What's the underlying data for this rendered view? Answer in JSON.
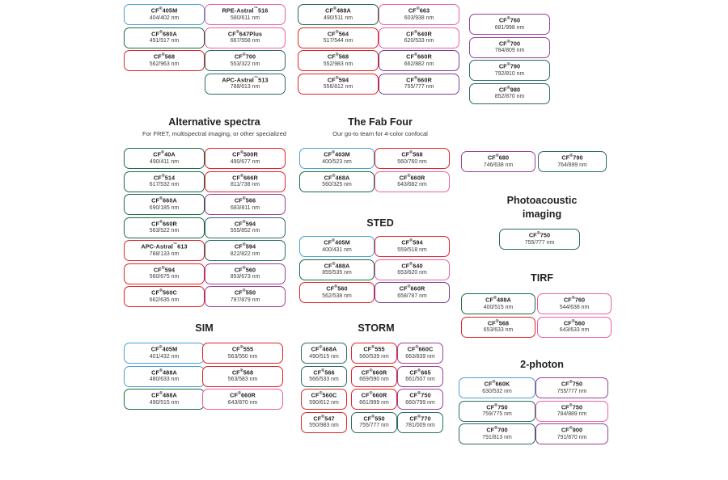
{
  "page": {
    "background": "#ffffff",
    "title_color": "#231f20"
  },
  "palette": {
    "blue": "#4a9fd8",
    "green": "#1d6b45",
    "red": "#e32227",
    "pink": "#ec5fa2",
    "magenta": "#e0408f",
    "purple": "#7c3f98",
    "violet": "#9b3f98",
    "teal": "#2b6b66",
    "darkteal": "#34706b",
    "plum": "#8e3f8e"
  },
  "sections": [
    {
      "id": "top-group-1",
      "title": "",
      "subtitle": "",
      "columns": [
        [
          {
            "name": "CF",
            "sup": "®",
            "code": "405M",
            "wl": "404/402 nm",
            "color": "#4a9fd8"
          },
          {
            "name": "CF",
            "sup": "®",
            "code": "680A",
            "wl": "491/517 nm",
            "color": "#1d6b45"
          },
          {
            "name": "CF",
            "sup": "®",
            "code": "568",
            "wl": "562/963 nm",
            "color": "#e32227"
          }
        ],
        [
          {
            "name": "RPE-Astral",
            "sup": "™",
            "code": "516",
            "wl": "580/611 nm",
            "color": "#ec5fa2"
          },
          {
            "name": "CF",
            "sup": "®",
            "code": "647Plus",
            "wl": "667/558 nm",
            "color": "#ec5fa2"
          },
          {
            "name": "CF",
            "sup": "®",
            "code": "700",
            "wl": "553/322 nm",
            "color": "#2b6b66"
          },
          {
            "name": "APC-Astral",
            "sup": "™",
            "code": "513",
            "wl": "788/613 nm",
            "color": "#2b6b66"
          }
        ]
      ]
    },
    {
      "id": "top-group-2",
      "title": "",
      "subtitle": "",
      "columns": [
        [
          {
            "name": "CF",
            "sup": "®",
            "code": "488A",
            "wl": "490/511 nm",
            "color": "#1d6b45"
          },
          {
            "name": "CF",
            "sup": "®",
            "code": "564",
            "wl": "517/544 nm",
            "color": "#e32227"
          },
          {
            "name": "CF",
            "sup": "®",
            "code": "568",
            "wl": "552/983 nm",
            "color": "#e32227"
          },
          {
            "name": "CF",
            "sup": "®",
            "code": "594",
            "wl": "556/812 nm",
            "color": "#e32227"
          }
        ],
        [
          {
            "name": "CF",
            "sup": "®",
            "code": "663",
            "wl": "603/938 nm",
            "color": "#ec5fa2"
          },
          {
            "name": "CF",
            "sup": "®",
            "code": "640R",
            "wl": "620/533 nm",
            "color": "#ec5fa2"
          },
          {
            "name": "CF",
            "sup": "®",
            "code": "660R",
            "wl": "662/882 nm",
            "color": "#7c3f98"
          },
          {
            "name": "CF",
            "sup": "®",
            "code": "660R",
            "wl": "755/777 nm",
            "color": "#7c3f98"
          }
        ]
      ]
    },
    {
      "id": "top-group-3",
      "title": "",
      "subtitle": "",
      "columns": [
        [
          {
            "name": "CF",
            "sup": "®",
            "code": "760",
            "wl": "681/998 nm",
            "color": "#9b3f98"
          },
          {
            "name": "CF",
            "sup": "®",
            "code": "700",
            "wl": "784/809 nm",
            "color": "#9b3f98"
          },
          {
            "name": "CF",
            "sup": "®",
            "code": "790",
            "wl": "792/810 nm",
            "color": "#2b6b66"
          },
          {
            "name": "CF",
            "sup": "®",
            "code": "980",
            "wl": "852/870 nm",
            "color": "#2b6b66"
          }
        ]
      ]
    },
    {
      "id": "alternative-spectra",
      "title": "Alternative spectra",
      "subtitle": "For FRET, multispectral imaging, or other specialized",
      "columns": [
        [
          {
            "name": "CF",
            "sup": "®",
            "code": "40A",
            "wl": "490/411 nm",
            "color": "#1d6b45"
          },
          {
            "name": "CF",
            "sup": "®",
            "code": "514",
            "wl": "617/532 nm",
            "color": "#1d6b45"
          },
          {
            "name": "CF",
            "sup": "®",
            "code": "660A",
            "wl": "690/185 nm",
            "color": "#1d6b45"
          },
          {
            "name": "CF",
            "sup": "®",
            "code": "660R",
            "wl": "563/522 nm",
            "color": "#1d6b45"
          },
          {
            "name": "APC-Astral",
            "sup": "™",
            "code": "613",
            "wl": "788/133 nm",
            "color": "#e32227"
          },
          {
            "name": "CF",
            "sup": "®",
            "code": "594",
            "wl": "560/675 nm",
            "color": "#e32227"
          },
          {
            "name": "CF",
            "sup": "®",
            "code": "560C",
            "wl": "662/635 nm",
            "color": "#e32227"
          }
        ],
        [
          {
            "name": "CF",
            "sup": "®",
            "code": "500R",
            "wl": "490/677 nm",
            "color": "#e32227"
          },
          {
            "name": "CF",
            "sup": "®",
            "code": "666R",
            "wl": "811/738 nm",
            "color": "#e32227"
          },
          {
            "name": "CF",
            "sup": "®",
            "code": "566",
            "wl": "683/811 nm",
            "color": "#9b3f98"
          },
          {
            "name": "CF",
            "sup": "®",
            "code": "594",
            "wl": "555/852 nm",
            "color": "#2b6b66"
          },
          {
            "name": "CF",
            "sup": "®",
            "code": "594",
            "wl": "822/822 nm",
            "color": "#2b6b66"
          },
          {
            "name": "CF",
            "sup": "®",
            "code": "560",
            "wl": "853/673 nm",
            "color": "#9b3f98"
          },
          {
            "name": "CF",
            "sup": "®",
            "code": "550",
            "wl": "797/879 nm",
            "color": "#9b3f98"
          }
        ]
      ]
    },
    {
      "id": "fab-four",
      "title": "The Fab Four",
      "subtitle": "Our go-to team for 4-color confocal",
      "columns": [
        [
          {
            "name": "CF",
            "sup": "®",
            "code": "403M",
            "wl": "400/523 nm",
            "color": "#4a9fd8"
          },
          {
            "name": "CF",
            "sup": "®",
            "code": "468A",
            "wl": "560/325 nm",
            "color": "#1d6b45"
          }
        ],
        [
          {
            "name": "CF",
            "sup": "®",
            "code": "568",
            "wl": "560/760 nm",
            "color": "#e32227"
          },
          {
            "name": "CF",
            "sup": "®",
            "code": "660R",
            "wl": "643/682 nm",
            "color": "#ec5fa2"
          }
        ]
      ]
    },
    {
      "id": "sted",
      "title": "STED",
      "subtitle": "",
      "columns": [
        [
          {
            "name": "CF",
            "sup": "®",
            "code": "405M",
            "wl": "400/431 nm",
            "color": "#4a9fd8"
          },
          {
            "name": "CF",
            "sup": "®",
            "code": "488A",
            "wl": "855/535 nm",
            "color": "#1d6b45"
          },
          {
            "name": "CF",
            "sup": "®",
            "code": "560",
            "wl": "562/538 nm",
            "color": "#e32227"
          }
        ],
        [
          {
            "name": "CF",
            "sup": "®",
            "code": "594",
            "wl": "559/518 nm",
            "color": "#e32227"
          },
          {
            "name": "CF",
            "sup": "®",
            "code": "640",
            "wl": "653/620 nm",
            "color": "#ec5fa2"
          },
          {
            "name": "CF",
            "sup": "®",
            "code": "660R",
            "wl": "658/787 nm",
            "color": "#7c3f98"
          }
        ]
      ]
    },
    {
      "id": "photoacoustic-top-pair",
      "title": "",
      "subtitle": "",
      "columns": [
        [
          {
            "name": "CF",
            "sup": "®",
            "code": "680",
            "wl": "746/638 nm",
            "color": "#9b3f98"
          }
        ],
        [
          {
            "name": "CF",
            "sup": "®",
            "code": "790",
            "wl": "764/899 nm",
            "color": "#2b6b66"
          }
        ]
      ]
    },
    {
      "id": "photoacoustic",
      "title": "Photoacoustic imaging",
      "title_line1": "Photoacoustic",
      "title_line2": "imaging",
      "subtitle": "",
      "columns": [
        [
          {
            "name": "CF",
            "sup": "®",
            "code": "750",
            "wl": "755/777 nm",
            "color": "#2b6b66"
          }
        ]
      ]
    },
    {
      "id": "tirf",
      "title": "TIRF",
      "subtitle": "",
      "columns": [
        [
          {
            "name": "CF",
            "sup": "®",
            "code": "488A",
            "wl": "400/515 nm",
            "color": "#1d6b45"
          },
          {
            "name": "CF",
            "sup": "®",
            "code": "568",
            "wl": "653/633 nm",
            "color": "#e32227"
          }
        ],
        [
          {
            "name": "CF",
            "sup": "®",
            "code": "760",
            "wl": "544/638 nm",
            "color": "#ec5fa2"
          },
          {
            "name": "CF",
            "sup": "®",
            "code": "560",
            "wl": "643/633 nm",
            "color": "#ec5fa2"
          }
        ]
      ]
    },
    {
      "id": "sim",
      "title": "SIM",
      "subtitle": "",
      "columns": [
        [
          {
            "name": "CF",
            "sup": "®",
            "code": "405M",
            "wl": "401/432 nm",
            "color": "#4a9fd8"
          },
          {
            "name": "CF",
            "sup": "®",
            "code": "488A",
            "wl": "480/633 nm",
            "color": "#4a9fd8"
          },
          {
            "name": "CF",
            "sup": "®",
            "code": "488A",
            "wl": "490/515 nm",
            "color": "#1d6b45"
          }
        ],
        [
          {
            "name": "CF",
            "sup": "®",
            "code": "555",
            "wl": "563/550 nm",
            "color": "#e32227"
          },
          {
            "name": "CF",
            "sup": "®",
            "code": "568",
            "wl": "563/583 nm",
            "color": "#e32227"
          },
          {
            "name": "CF",
            "sup": "®",
            "code": "660R",
            "wl": "643/870 nm",
            "color": "#ec5fa2"
          }
        ]
      ]
    },
    {
      "id": "storm",
      "title": "STORM",
      "subtitle": "",
      "columns": [
        [
          {
            "name": "CF",
            "sup": "®",
            "code": "468A",
            "wl": "490/515 nm",
            "color": "#2b6b66"
          },
          {
            "name": "CF",
            "sup": "®",
            "code": "566",
            "wl": "566/533 nm",
            "color": "#2b6b66"
          },
          {
            "name": "CF",
            "sup": "®",
            "code": "560C",
            "wl": "590/612 nm",
            "color": "#e32227"
          },
          {
            "name": "CF",
            "sup": "®",
            "code": "547",
            "wl": "550/983 nm",
            "color": "#e32227"
          }
        ],
        [
          {
            "name": "CF",
            "sup": "®",
            "code": "555",
            "wl": "560/539 nm",
            "color": "#e32227"
          },
          {
            "name": "CF",
            "sup": "®",
            "code": "660R",
            "wl": "669/590 nm",
            "color": "#e32227"
          },
          {
            "name": "CF",
            "sup": "®",
            "code": "660R",
            "wl": "661/999 nm",
            "color": "#e32227"
          },
          {
            "name": "CF",
            "sup": "®",
            "code": "550",
            "wl": "755/777 nm",
            "color": "#2b6b66"
          }
        ],
        [
          {
            "name": "CF",
            "sup": "®",
            "code": "660C",
            "wl": "663/839 nm",
            "color": "#9b3f98"
          },
          {
            "name": "CF",
            "sup": "®",
            "code": "665",
            "wl": "661/507 nm",
            "color": "#9b3f98"
          },
          {
            "name": "CF",
            "sup": "®",
            "code": "750",
            "wl": "660/799 nm",
            "color": "#9b3f98"
          },
          {
            "name": "CF",
            "sup": "®",
            "code": "770",
            "wl": "781/009 nm",
            "color": "#2b6b66"
          }
        ]
      ]
    },
    {
      "id": "two-photon",
      "title": "2-photon",
      "subtitle": "",
      "columns": [
        [
          {
            "name": "CF",
            "sup": "®",
            "code": "660K",
            "wl": "630/532 nm",
            "color": "#4a9fd8"
          },
          {
            "name": "CF",
            "sup": "®",
            "code": "750",
            "wl": "759/775 nm",
            "color": "#2b6b66"
          },
          {
            "name": "CF",
            "sup": "®",
            "code": "700",
            "wl": "791/813 nm",
            "color": "#2b6b66"
          }
        ],
        [
          {
            "name": "CF",
            "sup": "®",
            "code": "750",
            "wl": "755/777 nm",
            "color": "#9b3f98"
          },
          {
            "name": "CF",
            "sup": "®",
            "code": "750",
            "wl": "784/889 nm",
            "color": "#ec5fa2"
          },
          {
            "name": "CF",
            "sup": "®",
            "code": "900",
            "wl": "791/870 nm",
            "color": "#9b3f98"
          }
        ]
      ]
    }
  ],
  "layout": {
    "chip_w": 95,
    "chip_w_narrow": 71,
    "chip_h": 26,
    "row_gap": 28.5
  }
}
